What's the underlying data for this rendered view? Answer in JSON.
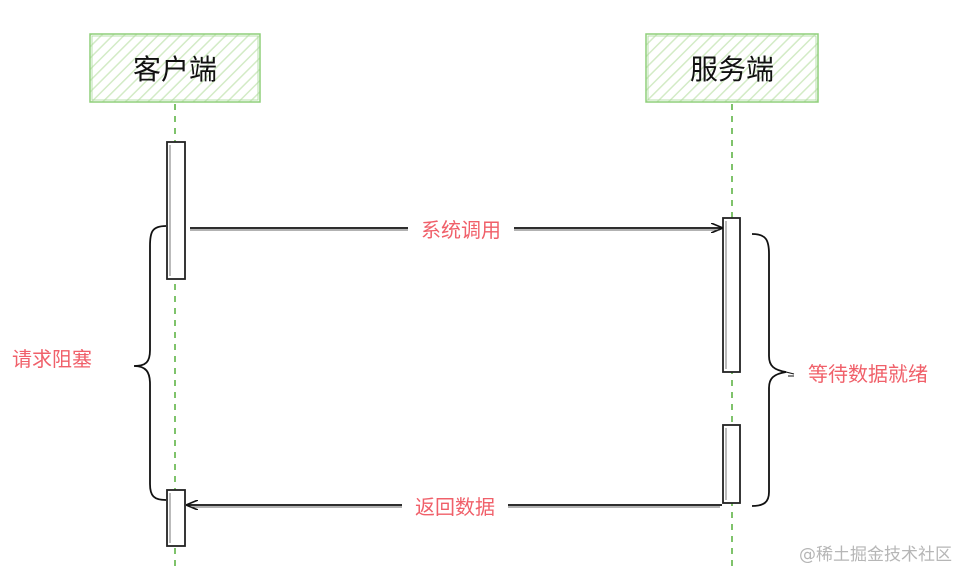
{
  "actors": {
    "client": "客户端",
    "server": "服务端"
  },
  "messages": {
    "request": "系统调用",
    "response": "返回数据"
  },
  "notes": {
    "client_block": "请求阻塞",
    "server_wait": "等待数据就绪"
  },
  "watermark": "@稀土掘金技术社区",
  "colors": {
    "lifeline": "#7fc36b",
    "actor_border": "#8fcf7a",
    "actor_hatch": "#cfe9c2",
    "note_text": "#f0606a",
    "ink": "#111111"
  }
}
